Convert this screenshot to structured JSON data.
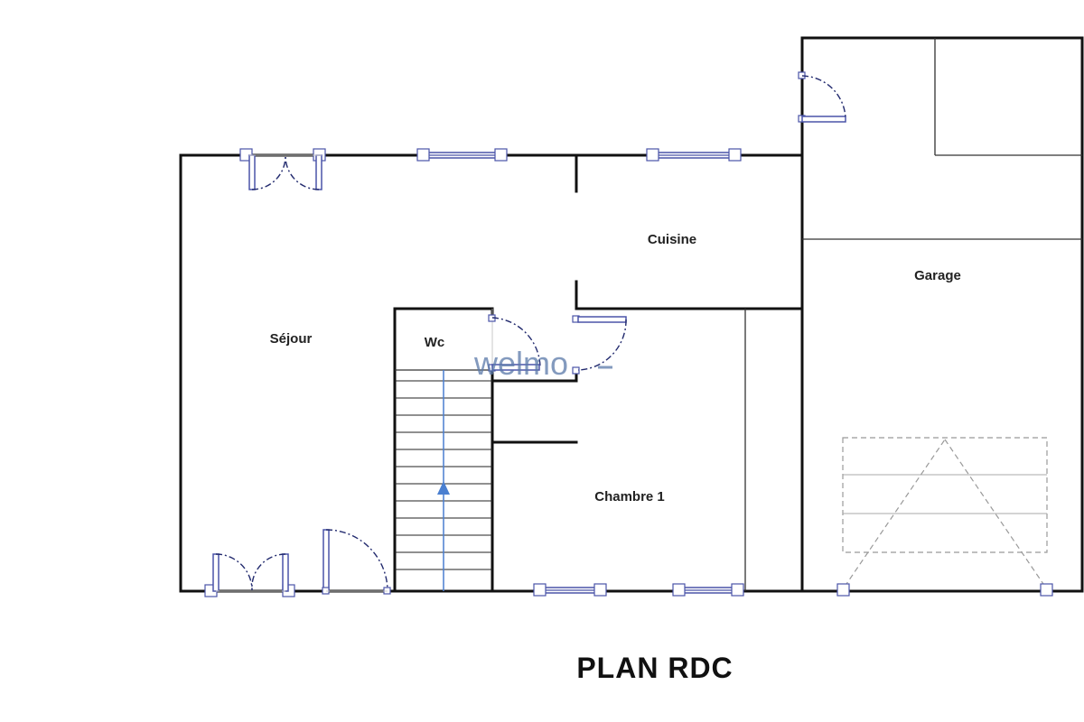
{
  "title": "PLAN RDC",
  "watermark": "welmo",
  "rooms": {
    "sejour": "Séjour",
    "wc": "Wc",
    "cuisine": "Cuisine",
    "chambre": "Chambre 1",
    "garage": "Garage"
  },
  "colors": {
    "walls": "#111111",
    "openings": "#4a54a8",
    "stair_arrow": "#4a7fd0",
    "watermark": "#5a78a8"
  }
}
